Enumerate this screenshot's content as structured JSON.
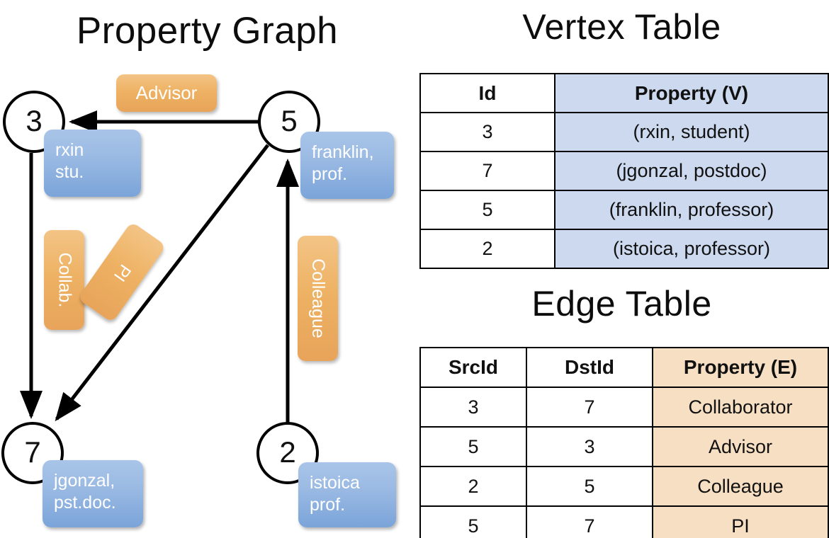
{
  "titles": {
    "property_graph": "Property Graph",
    "vertex_table": "Vertex Table",
    "edge_table": "Edge Table"
  },
  "graph": {
    "vertices": [
      {
        "id": "3",
        "property": "rxin\nstu.",
        "prop_line1": "rxin",
        "prop_line2": "stu."
      },
      {
        "id": "5",
        "property": "franklin, prof.",
        "prop_line1": "franklin,",
        "prop_line2": "prof."
      },
      {
        "id": "7",
        "property": "jgonzal, pst.doc.",
        "prop_line1": "jgonzal,",
        "prop_line2": "pst.doc."
      },
      {
        "id": "2",
        "property": "istoica prof.",
        "prop_line1": "istoica",
        "prop_line2": "prof."
      }
    ],
    "edge_labels": {
      "advisor": "Advisor",
      "collab": "Collab.",
      "pi": "PI",
      "colleague": "Colleague"
    }
  },
  "vertex_table": {
    "headers": [
      "Id",
      "Property (V)"
    ],
    "rows": [
      {
        "id": "3",
        "property": "(rxin, student)"
      },
      {
        "id": "7",
        "property": "(jgonzal, postdoc)"
      },
      {
        "id": "5",
        "property": "(franklin, professor)"
      },
      {
        "id": "2",
        "property": "(istoica, professor)"
      }
    ]
  },
  "edge_table": {
    "headers": [
      "SrcId",
      "DstId",
      "Property (E)"
    ],
    "rows": [
      {
        "src": "3",
        "dst": "7",
        "property": "Collaborator"
      },
      {
        "src": "5",
        "dst": "3",
        "property": "Advisor"
      },
      {
        "src": "2",
        "dst": "5",
        "property": "Colleague"
      },
      {
        "src": "5",
        "dst": "7",
        "property": "PI"
      }
    ]
  },
  "colors": {
    "vertex_property_fill": "#9dbce4",
    "edge_label_fill": "#eeb264",
    "vertex_table_prop_cell": "#ccd9ee",
    "edge_table_prop_cell": "#f7dfc3",
    "stroke": "#000000",
    "background": "#ffffff"
  }
}
